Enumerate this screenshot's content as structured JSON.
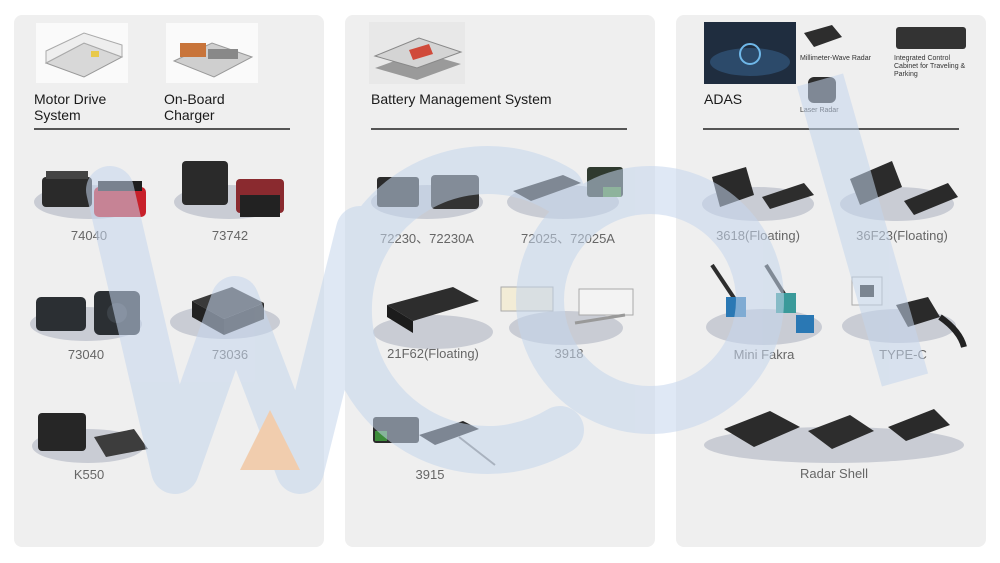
{
  "brand": {
    "watermark_text": "WCON",
    "accent": "#f2a25c",
    "watermark_blue": "#c5d6ec"
  },
  "panels": [
    {
      "headers": [
        {
          "label": "Motor Drive\nSystem"
        },
        {
          "label": "On-Board\nCharger"
        }
      ],
      "items": [
        {
          "label": "74040"
        },
        {
          "label": "73742"
        },
        {
          "label": "73040"
        },
        {
          "label": "73036"
        },
        {
          "label": "K550"
        }
      ]
    },
    {
      "headers": [
        {
          "label": "Battery Management System"
        }
      ],
      "items": [
        {
          "label": "72230、72230A"
        },
        {
          "label": "72025、72025A"
        },
        {
          "label": "21F62(Floating)"
        },
        {
          "label": "3918"
        },
        {
          "label": "3915"
        }
      ]
    },
    {
      "headers": [
        {
          "label": "ADAS"
        },
        {
          "label": "Millimeter-Wave Radar"
        },
        {
          "label": "Laser Radar"
        },
        {
          "label": "Integrated Control Cabinet for Traveling & Parking"
        }
      ],
      "items": [
        {
          "label": "3618(Floating)"
        },
        {
          "label": "36F23(Floating)"
        },
        {
          "label": "Mini Fakra"
        },
        {
          "label": "TYPE-C"
        },
        {
          "label": "Radar Shell"
        }
      ]
    }
  ]
}
